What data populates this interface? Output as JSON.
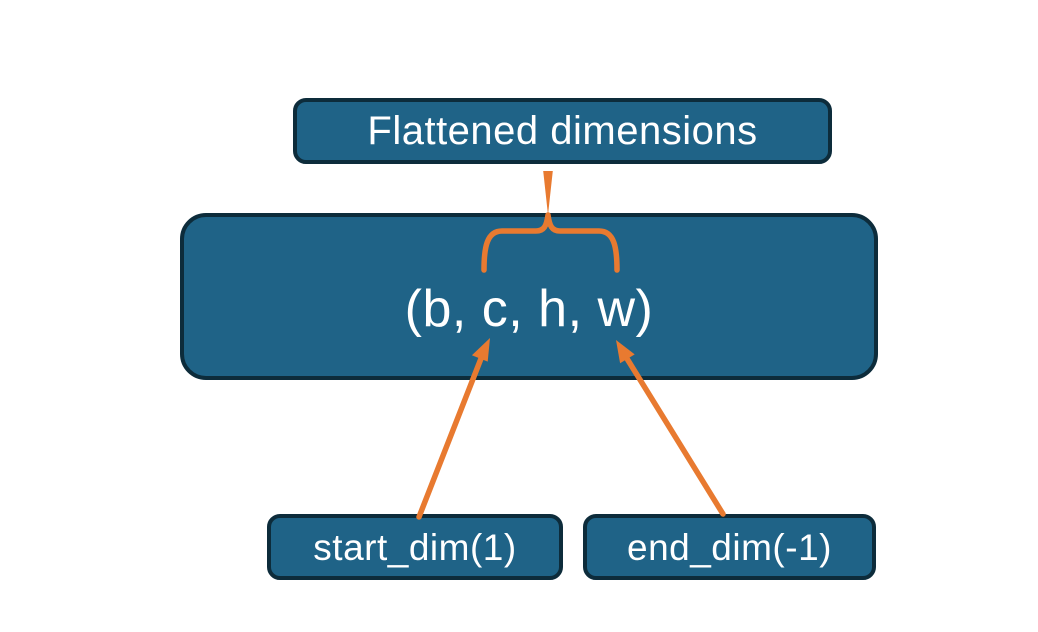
{
  "diagram": {
    "colors": {
      "background": "#ffffff",
      "box_fill": "#1f6387",
      "box_border": "#0d2c3b",
      "accent_orange": "#e87a30",
      "label_text": "#ffffff"
    },
    "title_box": {
      "label": "Flattened dimensions"
    },
    "tensor_box": {
      "label": "(b, c, h, w)"
    },
    "start_dim_box": {
      "label": "start_dim(1)"
    },
    "end_dim_box": {
      "label": "end_dim(-1)"
    },
    "connectors": {
      "title_connector": "vertical-line-from-title-to-brace",
      "brace": "curly-brace-opening-down-over-c-h-w",
      "start_arrow": "arrow-from-start-dim-box-to-c",
      "end_arrow": "arrow-from-end-dim-box-to-w"
    }
  }
}
